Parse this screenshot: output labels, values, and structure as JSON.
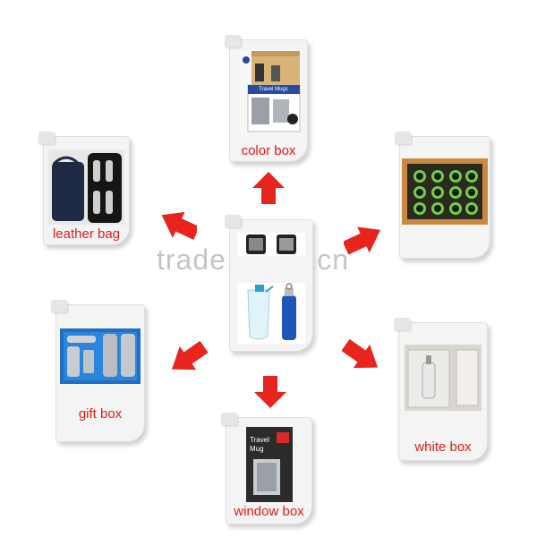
{
  "cards": {
    "top": {
      "label": "color box"
    },
    "top_left": {
      "label": "leather bag"
    },
    "top_right": {
      "label": ""
    },
    "left": {
      "label": "gift box"
    },
    "right": {
      "label": "white box"
    },
    "bottom": {
      "label": "window box"
    }
  },
  "box_print": {
    "title": "Travel Mugs",
    "title2": "Travel",
    "title3": "Mug"
  },
  "watermark": "trade.china.cn",
  "colors": {
    "arrow": "#e8241e",
    "label": "#e01b1b"
  }
}
